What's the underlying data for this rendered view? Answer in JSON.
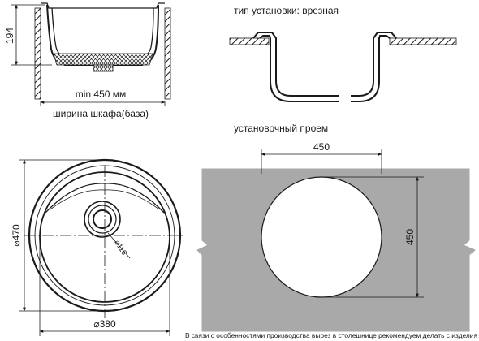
{
  "labels": {
    "depth": "194",
    "min_cabinet": "min 450 мм",
    "cabinet_width": "ширина шкафа(база)",
    "install_type": "тип установки: врезная",
    "cutout_title": "установочный проем",
    "cutout_width": "450",
    "cutout_height": "450",
    "diameter_outer": "470",
    "diameter_bowl": "380",
    "drain": "116",
    "footnote": "В связи с особенностями производства вырез в столешнице рекомендуем делать с изделия"
  },
  "colors": {
    "line": "#1a1a1a",
    "countertop": "#a9a9a9",
    "hatch_bg": "#ffffff"
  }
}
